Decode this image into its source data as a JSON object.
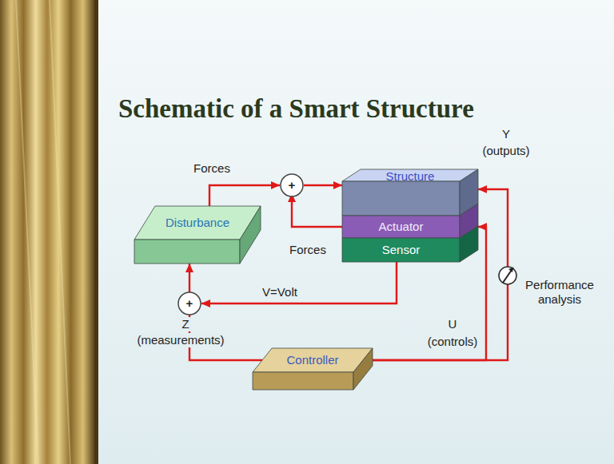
{
  "diagram": {
    "title": "Schematic of a Smart Structure",
    "nodes": [
      {
        "text": [
          "Disturbance"
        ]
      },
      {
        "text": [
          "+"
        ]
      },
      {
        "text": [
          "Structure"
        ]
      },
      {
        "text": [
          "Actuator"
        ]
      },
      {
        "text": [
          "Sensor"
        ]
      },
      {
        "text": [
          "+"
        ]
      },
      {
        "text": [
          "Controller"
        ]
      }
    ],
    "edges": [
      {
        "from": 0,
        "to": 1,
        "arrow": "to"
      },
      {
        "from": 1,
        "to": 2,
        "arrow": "to"
      },
      {
        "from": 3,
        "to": 1,
        "arrow": "to"
      },
      {
        "from": 4,
        "to": 5,
        "arrow": "to"
      },
      {
        "from": 6,
        "to": 5,
        "arrow": "none"
      },
      {
        "from": 5,
        "to": 0,
        "arrow": "to"
      },
      {
        "from": 6,
        "to": 3,
        "arrow": "to"
      },
      {
        "from": 6,
        "to": 2,
        "arrow": "to"
      }
    ],
    "labels": [
      "Forces",
      "Y",
      "(outputs)",
      "Forces",
      "V=Volt",
      "Z",
      "(measurements)",
      "U",
      "(controls)",
      "Performance analysis"
    ]
  }
}
